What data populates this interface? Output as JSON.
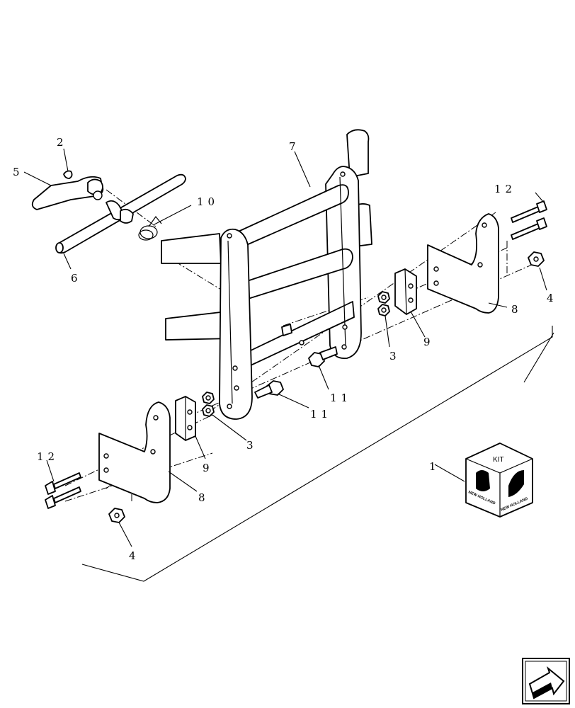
{
  "callouts": {
    "c1": "1",
    "c2": "2",
    "c3a": "3",
    "c3b": "3",
    "c4a": "4",
    "c4b": "4",
    "c5": "5",
    "c6": "6",
    "c7": "7",
    "c8a": "8",
    "c8b": "8",
    "c9a": "9",
    "c9b": "9",
    "c10": "10",
    "c11a": "11",
    "c11b": "11",
    "c12a": "12",
    "c12b": "12"
  },
  "kit": {
    "label": "KIT",
    "brand_left": "NEW HOLLAND",
    "brand_right": "NEW HOLLAND"
  },
  "icons": {
    "nav": "arrow-nav-icon"
  }
}
